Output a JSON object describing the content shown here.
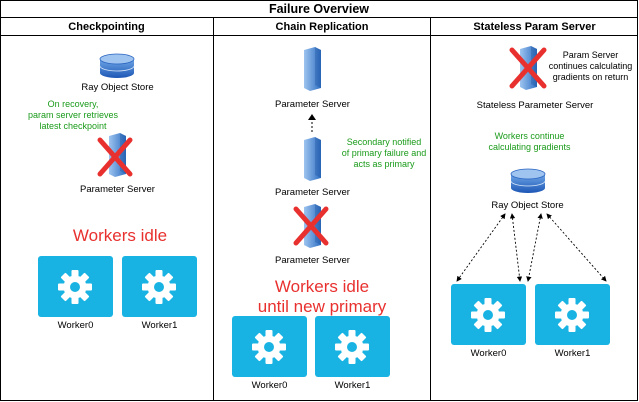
{
  "title": "Failure Overview",
  "columns": {
    "checkpointing": {
      "header": "Checkpointing",
      "store_label": "Ray Object Store",
      "note": [
        "On recovery,",
        "param server retrieves",
        "latest checkpoint"
      ],
      "server_label": "Parameter Server",
      "status": "Workers idle",
      "workers": [
        "Worker0",
        "Worker1"
      ]
    },
    "chain": {
      "header": "Chain Replication",
      "server_labels": [
        "Parameter Server",
        "Parameter Server",
        "Parameter Server"
      ],
      "note": [
        "Secondary notified",
        "of primary failure and",
        "acts as primary"
      ],
      "status": [
        "Workers idle",
        "until new primary"
      ],
      "workers": [
        "Worker0",
        "Worker1"
      ]
    },
    "stateless": {
      "header": "Stateless Param Server",
      "note": [
        "Param Server",
        "continues calculating",
        "gradients on return"
      ],
      "server_label": "Stateless Parameter Server",
      "workers_note": [
        "Workers continue",
        "calculating gradients"
      ],
      "store_label": "Ray Object Store",
      "workers": [
        "Worker0",
        "Worker1"
      ]
    }
  },
  "colors": {
    "worker_box": "#18b3e3",
    "red_cross": "#e8312f",
    "green_note": "#1a9b1a",
    "server_blue": "#2e78c8"
  }
}
